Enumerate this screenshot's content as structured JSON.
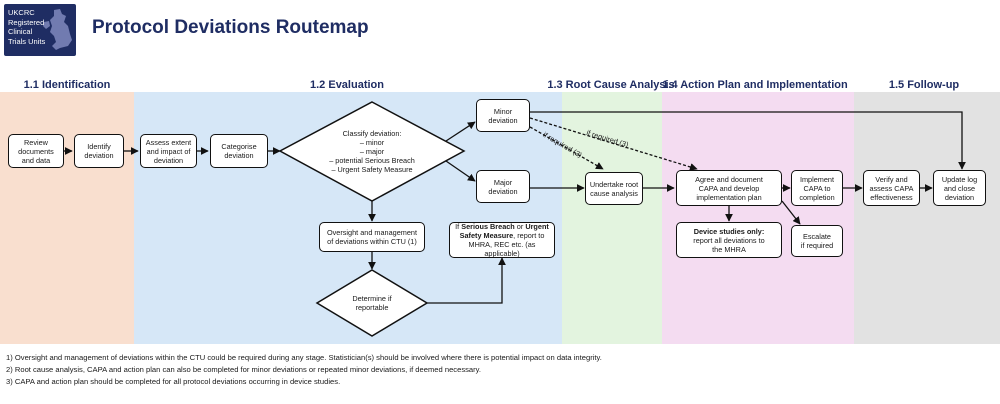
{
  "logo": {
    "lines": [
      "UKCRC",
      "Registered",
      "Clinical",
      "Trials Units"
    ]
  },
  "title": "Protocol Deviations Routemap",
  "stages": [
    {
      "label": "1.1 Identification",
      "color": "#f9dfcf"
    },
    {
      "label": "1.2 Evaluation",
      "color": "#d6e7f7"
    },
    {
      "label": "1.3 Root Cause Analysis",
      "color": "#e3f4df"
    },
    {
      "label": "1.4 Action Plan and Implementation",
      "color": "#f4dcf1"
    },
    {
      "label": "1.5 Follow-up",
      "color": "#e2e2e2"
    }
  ],
  "nodes": {
    "review": [
      "Review",
      "documents",
      "and data"
    ],
    "identify": [
      "Identify",
      "deviation"
    ],
    "assess": [
      "Assess extent",
      "and impact of",
      "deviation"
    ],
    "categorise": [
      "Categorise",
      "deviation"
    ],
    "classify": {
      "heading": "Classify deviation:",
      "items": [
        "– minor",
        "– major",
        "– potential Serious Breach",
        "– Urgent Safety Measure"
      ]
    },
    "minor": [
      "Minor",
      "deviation"
    ],
    "major": [
      "Major",
      "deviation"
    ],
    "oversight": [
      "Oversight and management",
      "of deviations within CTU (1)"
    ],
    "determine": [
      "Determine if",
      "reportable"
    ],
    "serious": {
      "prefix": "If ",
      "bold1": "Serious Breach",
      "mid": " or ",
      "bold2": "Urgent Safety Measure",
      "suffix": ", report to",
      "line3": "MHRA, REC etc. (as applicable)"
    },
    "root_cause": [
      "Undertake root",
      "cause analysis"
    ],
    "capa": [
      "Agree and document",
      "CAPA and develop",
      "implementation plan"
    ],
    "device": {
      "bold": "Device studies only:",
      "rest": [
        "report all deviations to",
        "the MHRA"
      ]
    },
    "implement": [
      "Implement",
      "CAPA to",
      "completion"
    ],
    "escalate": [
      "Escalate",
      "if required"
    ],
    "verify": [
      "Verify and",
      "assess CAPA",
      "effectiveness"
    ],
    "update": [
      "Update log",
      "and close",
      "deviation"
    ]
  },
  "edge_labels": {
    "if_required_2": "if required (2)",
    "if_required_3": "if required (3)"
  },
  "footnotes": [
    "1) Oversight and management of deviations within the CTU could be required during any stage. Statistician(s) should be involved where there is potential impact on data integrity.",
    "2) Root cause analysis, CAPA and action plan can also be completed for minor deviations or repeated minor deviations, if deemed necessary.",
    "3) CAPA and action plan should be completed for all protocol deviations occurring in device studies."
  ]
}
